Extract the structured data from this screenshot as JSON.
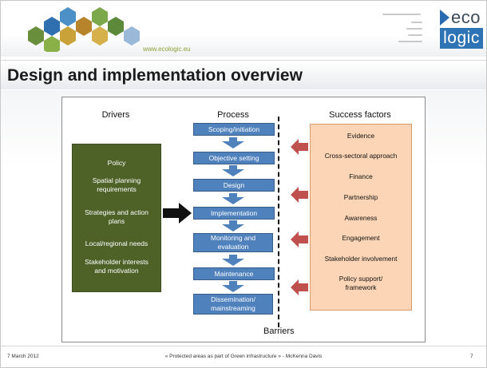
{
  "header": {
    "website": "www.ecologic.eu",
    "logo_top": "eco",
    "logo_bottom": "logic"
  },
  "slide": {
    "title": "Design and implementation overview"
  },
  "diagram": {
    "drivers_heading": "Drivers",
    "process_heading": "Process",
    "success_heading": "Success factors",
    "barriers_label": "Barriers",
    "drivers": [
      "Policy",
      "Spatial planning requirements",
      "Strategies and action plans",
      "Local/regional needs",
      "Stakeholder interests and motivation"
    ],
    "process_steps": [
      "Scoping/initiation",
      "Objective setting",
      "Design",
      "Implementation",
      "Monitoring and evaluation",
      "Maintenance",
      "Dissemination/ mainstreaming"
    ],
    "success_factors": [
      "Evidence",
      "Cross-sectoral approach",
      "Finance",
      "Partnership",
      "Awareness",
      "Engagement",
      "Stakeholder involvement",
      "Policy support/ framework"
    ],
    "colors": {
      "drivers_fill": "#4e6228",
      "process_fill": "#4f81bd",
      "success_fill": "#fbd5b5",
      "barrier_arrow": "#c0504d"
    }
  },
  "footer": {
    "date": "7 March 2012",
    "caption": "« Protected areas as part of Green infrastructure » - McKenna Davis",
    "page": "7"
  }
}
